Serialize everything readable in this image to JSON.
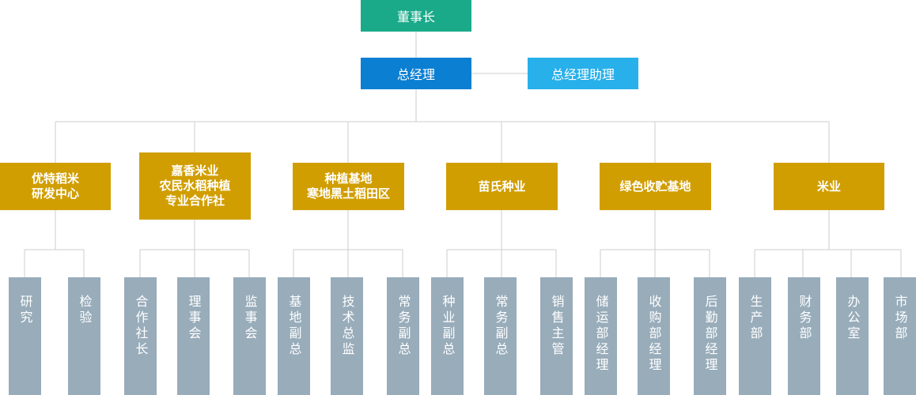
{
  "colors": {
    "chairman": "#1aaa8a",
    "gm": "#0b7fd2",
    "assistant": "#28b0ea",
    "dept": "#d19e02",
    "leaf": "#98acba",
    "line": "#cccccc"
  },
  "chairman": "董事长",
  "general_manager": "总经理",
  "assistant": "总经理助理",
  "departments": [
    {
      "name": "优特稻米\n研发中心",
      "children": [
        "研究",
        "检验"
      ]
    },
    {
      "name": "嘉香米业\n农民水稻种植\n专业合作社",
      "children": [
        "合作社长",
        "理事会",
        "监事会"
      ]
    },
    {
      "name": "种植基地\n寒地黑土稻田区",
      "children": [
        "基地副总",
        "技术总监",
        "常务副总"
      ]
    },
    {
      "name": "苗氏种业",
      "children": [
        "种业副总",
        "常务副总",
        "销售主管"
      ]
    },
    {
      "name": "绿色收贮基地",
      "children": [
        "储运部经理",
        "收购部经理",
        "后勤部经理"
      ]
    },
    {
      "name": "米业",
      "children": [
        "生产部",
        "财务部",
        "办公室",
        "市场部"
      ]
    }
  ]
}
